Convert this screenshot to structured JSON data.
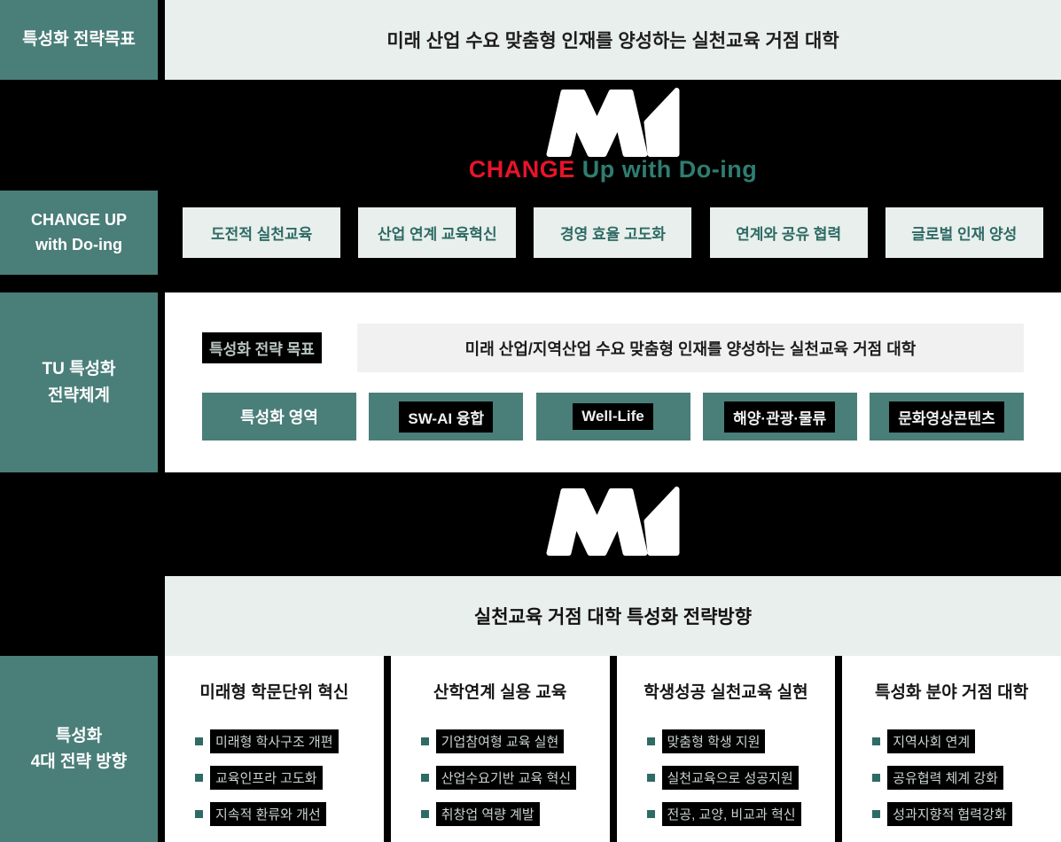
{
  "colors": {
    "sidebar_teal": "#4a7e79",
    "light_panel": "#e8efec",
    "item_text_teal": "#2e6b65",
    "slogan_red": "#e8142b",
    "slogan_teal": "#2f7d72",
    "background_black": "#000000"
  },
  "goal_row": {
    "sidebar_label": "특성화 전략목표",
    "statement": "미래 산업 수요 맞춤형 인재를 양성하는 실천교육 거점 대학"
  },
  "slogan": {
    "red": "CHANGE",
    "teal": " Up with Do-ing"
  },
  "changeup_row": {
    "sidebar_line1": "CHANGE UP",
    "sidebar_line2": "with Do-ing",
    "items": [
      "도전적 실천교육",
      "산업 연계 교육혁신",
      "경영 효율 고도화",
      "연계와 공유 협력",
      "글로벌 인재 양성"
    ]
  },
  "tu_row": {
    "sidebar_line1": "TU 특성화",
    "sidebar_line2": "전략체계",
    "goal_label": "특성화 전략 목표",
    "goal_statement": "미래 산업/지역산업 수요 맞춤형 인재를 양성하는 실천교육 거점 대학",
    "area_label": "특성화 영역",
    "areas": [
      "SW-AI 융합",
      "Well-Life",
      "해양·관광·물류",
      "문화영상콘텐츠"
    ]
  },
  "direction_row": {
    "title": "실천교육 거점 대학 특성화 전략방향"
  },
  "strategy_row": {
    "sidebar_line1": "특성화",
    "sidebar_line2": "4대 전략 방향",
    "cards": [
      {
        "title": "미래형 학문단위 혁신",
        "items": [
          "미래형 학사구조 개편",
          "교육인프라 고도화",
          "지속적 환류와 개선"
        ]
      },
      {
        "title": "산학연계 실용 교육",
        "items": [
          "기업참여형 교육 실현",
          "산업수요기반 교육 혁신",
          "취창업 역량 계발"
        ]
      },
      {
        "title": "학생성공 실천교육 실현",
        "items": [
          "맞춤형 학생 지원",
          "실천교육으로 성공지원",
          "전공, 교양, 비교과 혁신"
        ]
      },
      {
        "title": "특성화 분야 거점 대학",
        "items": [
          "지역사회 연계",
          "공유협력 체계 강화",
          "성과지향적 협력강화"
        ]
      }
    ]
  }
}
